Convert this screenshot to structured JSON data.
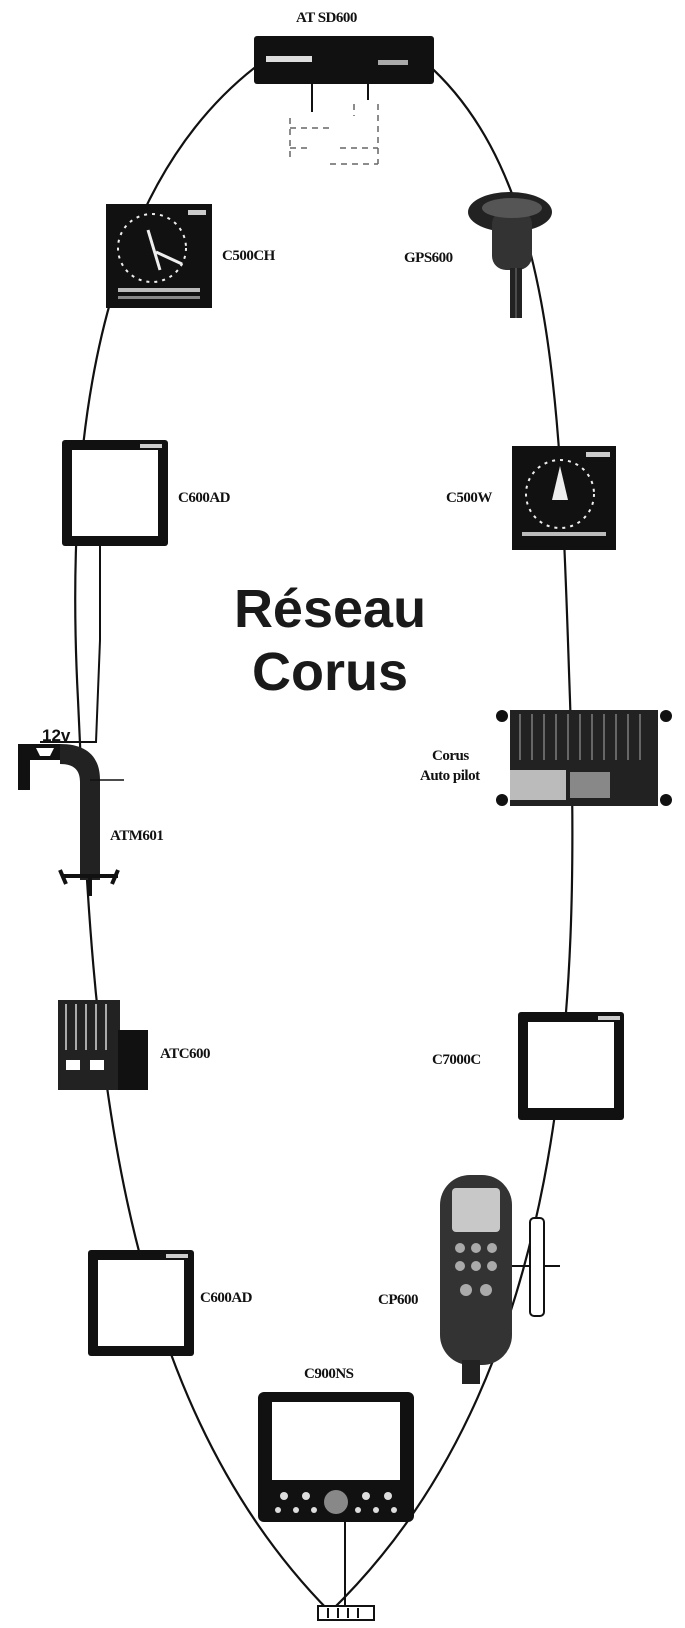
{
  "title": {
    "line1": "Réseau",
    "line2": "Corus"
  },
  "supply_label": "12v",
  "devices": {
    "atsd600": "AT SD600",
    "c500ch": "C500CH",
    "gps600": "GPS600",
    "c600ad_top": "C600AD",
    "c500w": "C500W",
    "corus_autopilot_line1": "Corus",
    "corus_autopilot_line2": "Auto pilot",
    "atm601": "ATM601",
    "atc600": "ATC600",
    "c7000c": "C7000C",
    "c600ad_bottom": "C600AD",
    "cp600": "CP600",
    "c900ns": "C900NS"
  },
  "colors": {
    "ink": "#111111",
    "display_face": "#ffffff",
    "screen_grey": "#c8c8c8"
  }
}
